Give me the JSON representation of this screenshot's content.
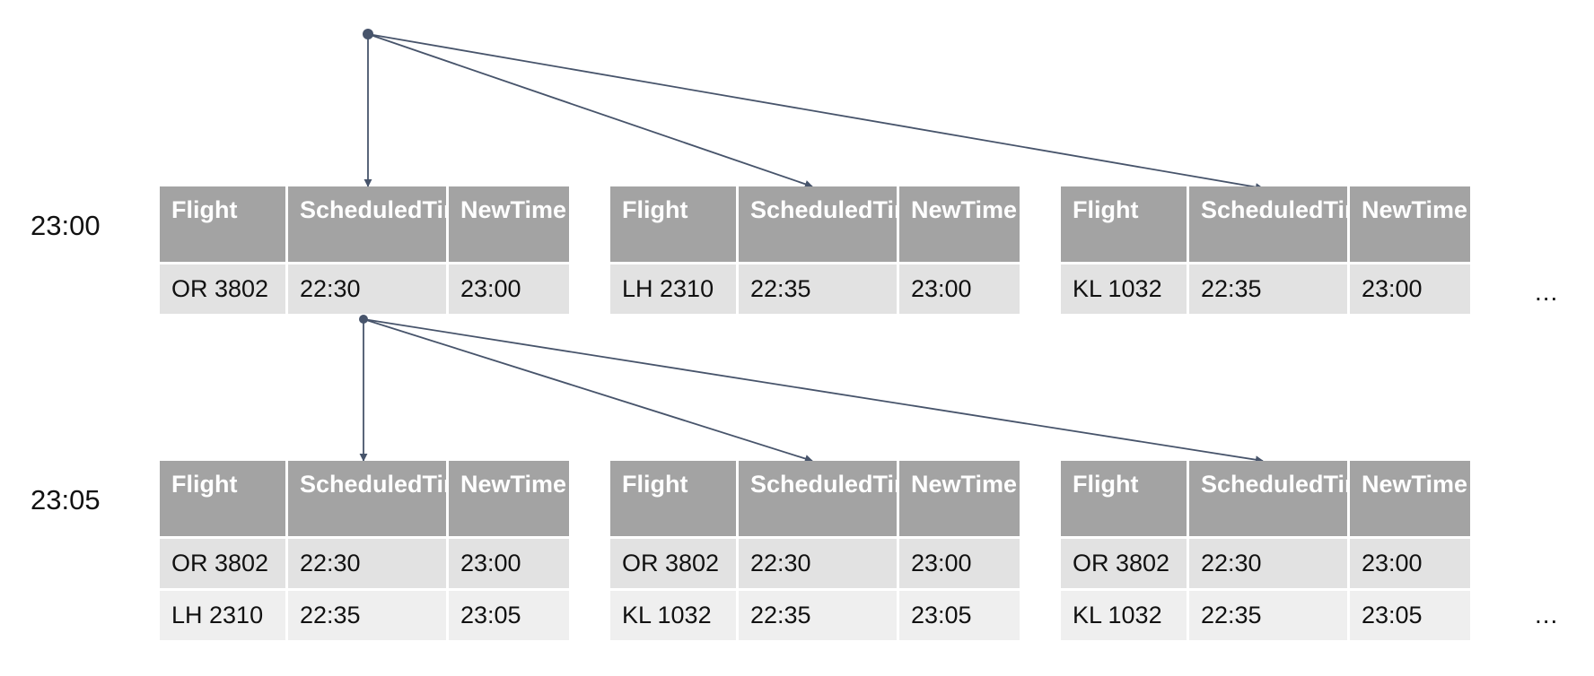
{
  "columns": [
    {
      "line1": "Flight",
      "line2": ""
    },
    {
      "line1": "Scheduled",
      "line2": "Time"
    },
    {
      "line1": "New",
      "line2": "Time"
    }
  ],
  "colors": {
    "header": "#a3a3a3",
    "row_odd": "#e2e2e2",
    "row_even": "#efefef",
    "arrow": "#47546b"
  },
  "steps": [
    {
      "time": "23:00",
      "tables": [
        {
          "rows": [
            [
              "OR 3802",
              "22:30",
              "23:00"
            ]
          ]
        },
        {
          "rows": [
            [
              "LH 2310",
              "22:35",
              "23:00"
            ]
          ]
        },
        {
          "rows": [
            [
              "KL 1032",
              "22:35",
              "23:00"
            ]
          ]
        }
      ],
      "more": "..."
    },
    {
      "time": "23:05",
      "tables": [
        {
          "rows": [
            [
              "OR 3802",
              "22:30",
              "23:00"
            ],
            [
              "LH 2310",
              "22:35",
              "23:05"
            ]
          ]
        },
        {
          "rows": [
            [
              "OR 3802",
              "22:30",
              "23:00"
            ],
            [
              "KL 1032",
              "22:35",
              "23:05"
            ]
          ]
        },
        {
          "rows": [
            [
              "OR 3802",
              "22:30",
              "23:00"
            ],
            [
              "KL 1032",
              "22:35",
              "23:05"
            ]
          ]
        }
      ],
      "more": "..."
    }
  ]
}
